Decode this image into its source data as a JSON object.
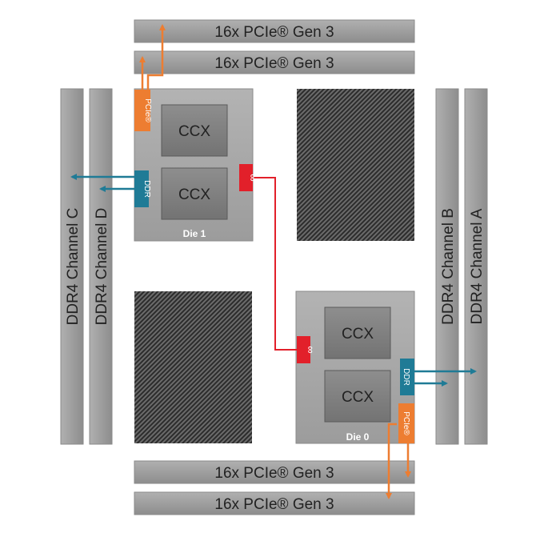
{
  "pcie_bars": {
    "top_outer": "16x PCIe® Gen 3",
    "top_inner": "16x PCIe® Gen 3",
    "bottom_inner": "16x PCIe® Gen 3",
    "bottom_outer": "16x PCIe® Gen 3"
  },
  "memory_channels": {
    "left_outer": "DDR4 Channel C",
    "left_inner": "DDR4 Channel D",
    "right_inner": "DDR4 Channel B",
    "right_outer": "DDR4 Channel A"
  },
  "die1": {
    "label": "Die 1",
    "ccx_top": "CCX",
    "ccx_bottom": "CCX",
    "pcie_tag": "PCIe®",
    "ddr_tag": "DDR",
    "fabric_tag": "∞"
  },
  "die0": {
    "label": "Die 0",
    "ccx_top": "CCX",
    "ccx_bottom": "CCX",
    "pcie_tag": "PCIe®",
    "ddr_tag": "DDR",
    "fabric_tag": "∞"
  },
  "colors": {
    "bar_fill": "#9a9a9a",
    "die_fill": "#a6a6a6",
    "ccx_fill": "#7f7f7f",
    "pcie_orange": "#ed7d31",
    "ddr_teal": "#1f7b96",
    "fabric_red": "#e2202a"
  }
}
